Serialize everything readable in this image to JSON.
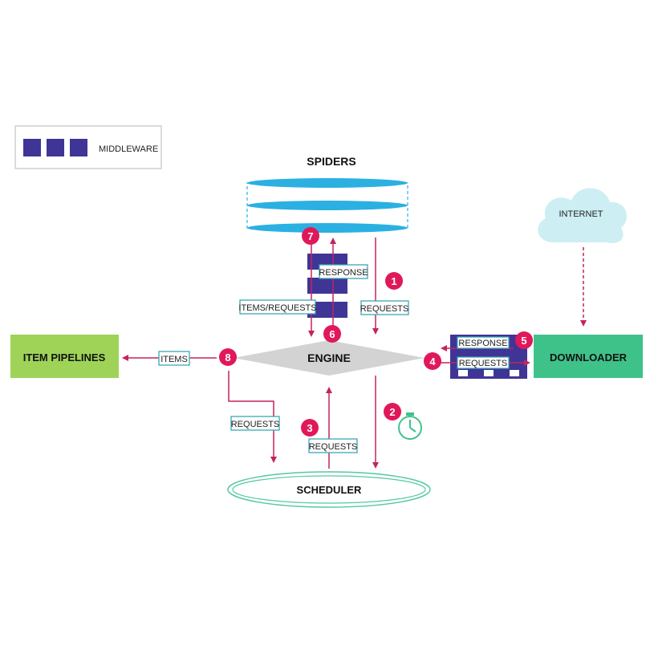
{
  "legend": {
    "label": "MIDDLEWARE"
  },
  "components": {
    "spiders": "SPIDERS",
    "engine": "ENGINE",
    "scheduler": "SCHEDULER",
    "downloader": "DOWNLOADER",
    "item_pipelines": "ITEM PIPELINES",
    "internet": "INTERNET"
  },
  "flow_labels": {
    "response_spider": "RESPONSE",
    "items_requests": "ITEMS/REQUESTS",
    "requests_spider": "REQUESTS",
    "items": "ITEMS",
    "response_downloader": "RESPONSE",
    "requests_downloader": "REQUESTS",
    "requests_pipeline": "REQUESTS",
    "requests_scheduler": "REQUESTS"
  },
  "steps": [
    "1",
    "2",
    "3",
    "4",
    "5",
    "6",
    "7",
    "8"
  ],
  "colors": {
    "middleware": "#3f3596",
    "arrow": "#c4245e",
    "step_circle": "#e0185a",
    "label_border": "#3aa7b5",
    "item_pipelines_fill": "#9ed358",
    "downloader_fill": "#3fc28a",
    "spiders_fill": "#2bb0e2",
    "engine_fill": "#d3d3d3",
    "scheduler_stroke": "#55c8a5",
    "internet_fill": "#cdeef2",
    "timer": "#3fc28a"
  }
}
